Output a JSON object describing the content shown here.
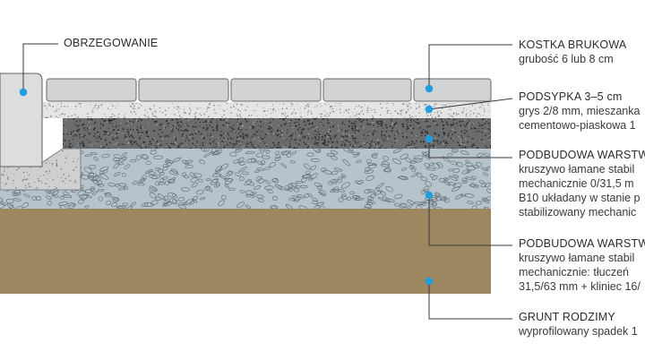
{
  "layers": {
    "edging": {
      "title": "OBRZEGOWANIE"
    },
    "paver": {
      "title": "KOSTKA BRUKOWA",
      "lines": [
        "grubość 6 lub 8 cm"
      ]
    },
    "bedding": {
      "title": "PODSYPKA 3–5 cm",
      "lines": [
        "grys 2/8 mm, mieszanka",
        "cementowo-piaskowa 1"
      ]
    },
    "base_upper": {
      "title": "PODBUDOWA WARSTWA",
      "lines": [
        "kruszywo łamane stabil",
        "mechanicznie 0/31,5 m",
        "B10 układany w stanie p",
        "stabilizowany mechanic"
      ]
    },
    "base_lower": {
      "title": "PODBUDOWA WARSTWA",
      "lines": [
        "kruszywo łamane stabil",
        "mechanicznie: tłuczeń",
        "31,5/63 mm + kliniec 16/"
      ]
    },
    "subsoil": {
      "title": "GRUNT RODZIMY",
      "lines": [
        "wyprofilowany spadek 1"
      ]
    }
  },
  "colors": {
    "marker": "#1ea0e0",
    "leader": "#3a3a3a",
    "paver": "#d2d3d5",
    "paver_edge": "#7b7d80",
    "bedding": "#e4e5e6",
    "base_upper": "#6b6c6e",
    "base_lower": "#b7c3cb",
    "subsoil": "#9c8760",
    "curb": "#dcdddf"
  }
}
